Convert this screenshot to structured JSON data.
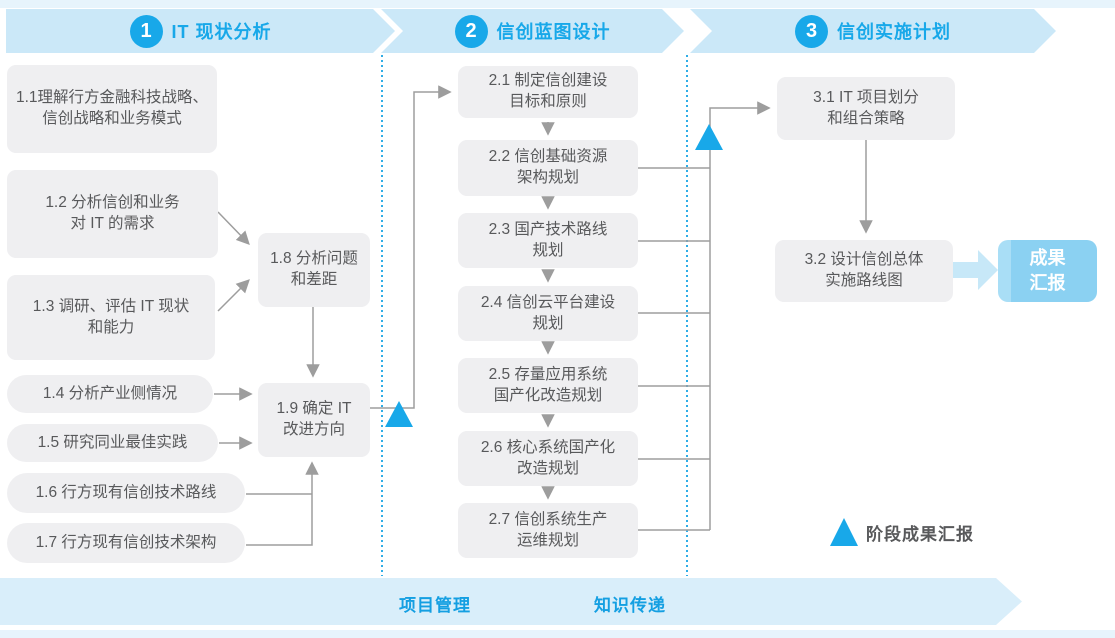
{
  "header": {
    "phases": [
      {
        "num": "1",
        "title": "IT 现状分析"
      },
      {
        "num": "2",
        "title": "信创蓝图设计"
      },
      {
        "num": "3",
        "title": "信创实施计划"
      }
    ]
  },
  "boxes": {
    "b11": "1.1理解行方金融科技战略、\n信创战略和业务模式",
    "b12": "1.2 分析信创和业务\n对 IT 的需求",
    "b13": "1.3 调研、评估 IT 现状\n和能力",
    "b14": "1.4 分析产业侧情况",
    "b15": "1.5 研究同业最佳实践",
    "b16": "1.6 行方现有信创技术路线",
    "b17": "1.7 行方现有信创技术架构",
    "b18": "1.8 分析问题\n和差距",
    "b19": "1.9 确定 IT\n改进方向",
    "b21": "2.1 制定信创建设\n目标和原则",
    "b22": "2.2 信创基础资源\n架构规划",
    "b23": "2.3 国产技术路线\n规划",
    "b24": "2.4 信创云平台建设\n规划",
    "b25": "2.5 存量应用系统\n国产化改造规划",
    "b26": "2.6 核心系统国产化\n改造规划",
    "b27": "2.7 信创系统生产\n运维规划",
    "b31": "3.1 IT 项目划分\n和组合策略",
    "b32": "3.2 设计信创总体\n实施路线图"
  },
  "result_box": "成果\n汇报",
  "legend": {
    "label": "阶段成果汇报"
  },
  "footer": {
    "items": [
      {
        "label": "项目管理"
      },
      {
        "label": "知识传递"
      }
    ]
  },
  "colors": {
    "accent_blue": "#18a8e9",
    "ribbon_blue": "#cbe8f8",
    "footer_blue": "#d9eefa",
    "box_gray": "#efeff1",
    "box_text": "#58595b",
    "line_gray": "#9d9d9d",
    "result_blue": "#8bd1f2",
    "thick_arrow_blue": "#c7e8f8"
  }
}
